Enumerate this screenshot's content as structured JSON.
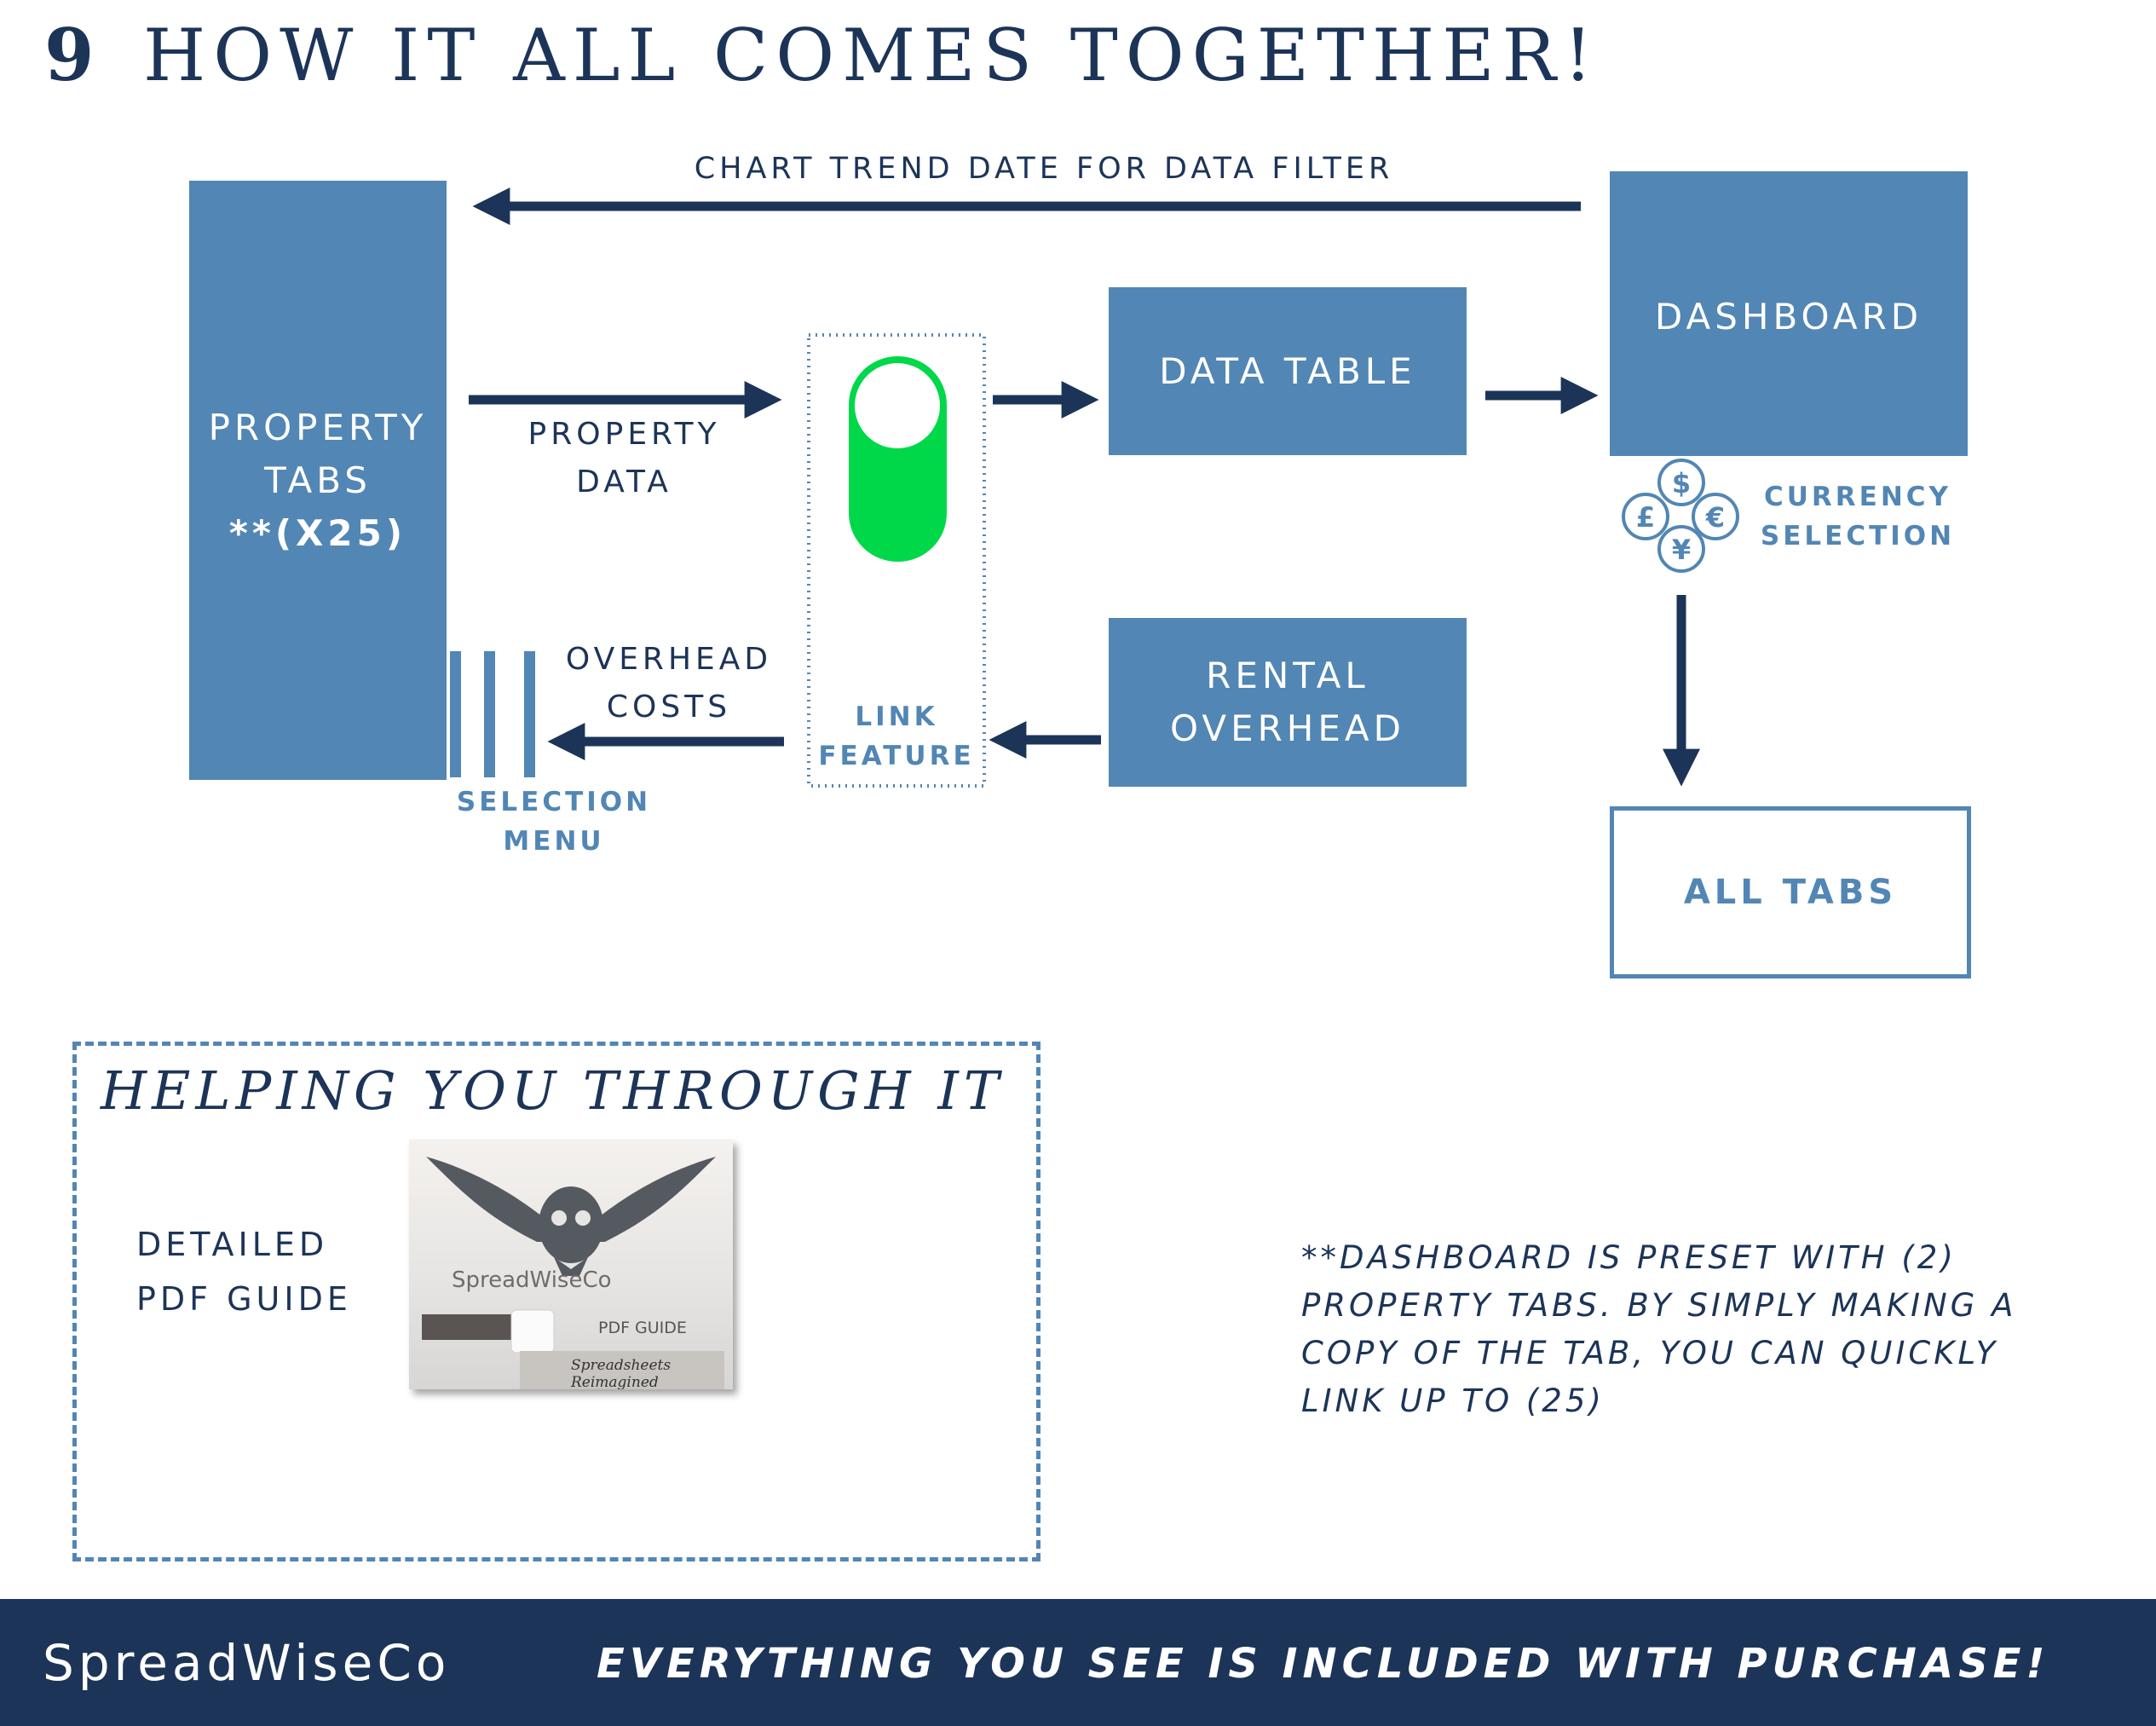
{
  "header": {
    "number": "9",
    "title": "HOW IT ALL COMES TOGETHER!"
  },
  "diagram": {
    "top_arrow_label": "CHART TREND DATE FOR DATA FILTER",
    "property_tabs": {
      "line1": "PROPERTY",
      "line2": "TABS",
      "line3": "**(X25)"
    },
    "property_data": {
      "line1": "PROPERTY",
      "line2": "DATA"
    },
    "link_feature": {
      "line1": "LINK",
      "line2": "FEATURE"
    },
    "data_table": "DATA TABLE",
    "dashboard": "DASHBOARD",
    "currency_selection": {
      "line1": "CURRENCY",
      "line2": "SELECTION"
    },
    "currency_symbols": [
      "$",
      "£",
      "€",
      "¥"
    ],
    "rental_overhead": {
      "line1": "RENTAL",
      "line2": "OVERHEAD"
    },
    "overhead_costs": {
      "line1": "OVERHEAD",
      "line2": "COSTS"
    },
    "selection_menu": {
      "line1": "SELECTION",
      "line2": "MENU"
    },
    "all_tabs": "ALL TABS",
    "colors": {
      "navy": "#1c3458",
      "box_blue": "#5286b4",
      "toggle_green": "#00d84a"
    }
  },
  "help": {
    "title": "HELPING YOU THROUGH IT",
    "guide_label": {
      "line1": "DETAILED",
      "line2": "PDF GUIDE"
    },
    "thumbnail": {
      "brand": "SpreadWiseCo",
      "caption": "PDF GUIDE",
      "tagline": "Spreadsheets Reimagined"
    }
  },
  "note": {
    "line1": "**DASHBOARD IS PRESET WITH (2)",
    "line2": "PROPERTY TABS.  BY SIMPLY MAKING A",
    "line3": "COPY OF THE TAB, YOU CAN QUICKLY",
    "line4": "LINK UP TO (25)"
  },
  "footer": {
    "brand": "SpreadWiseCo",
    "tagline": "EVERYTHING YOU SEE IS INCLUDED WITH PURCHASE!"
  }
}
